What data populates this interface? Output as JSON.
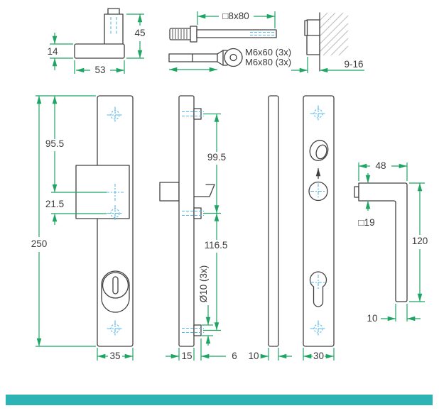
{
  "colors": {
    "outline": "#414141",
    "dimension_green": "#1ea563",
    "centerline_blue": "#56b8e8",
    "hatch_gray": "#bcbcbc",
    "accent_bar_teal": "#2db3b4"
  },
  "views": {
    "knob_profile": {
      "height": "45",
      "base_thickness": "14",
      "base_width": "53"
    },
    "fasteners": {
      "spindle_size": "□8x80",
      "screw_sizes": [
        "M6x60 (3x)",
        "M6x80 (3x)"
      ]
    },
    "door_section": {
      "thickness_range": "9-16"
    },
    "exterior_plate": {
      "total_height": "250",
      "top_to_axis": "95.5",
      "axis_to_cylinder": "21.5",
      "width": "35"
    },
    "side_profile": {
      "upper_span": "99.5",
      "lower_span": "116.5",
      "boss_diameter": "Ø10 (3x)",
      "thickness": "15",
      "boss_depth": "6"
    },
    "cover_plate": {
      "width": "10"
    },
    "interior_plate": {
      "width": "30"
    },
    "lever_handle": {
      "grip_length": "48",
      "spindle_section": "□19",
      "height": "120",
      "grip_width": "10"
    }
  }
}
